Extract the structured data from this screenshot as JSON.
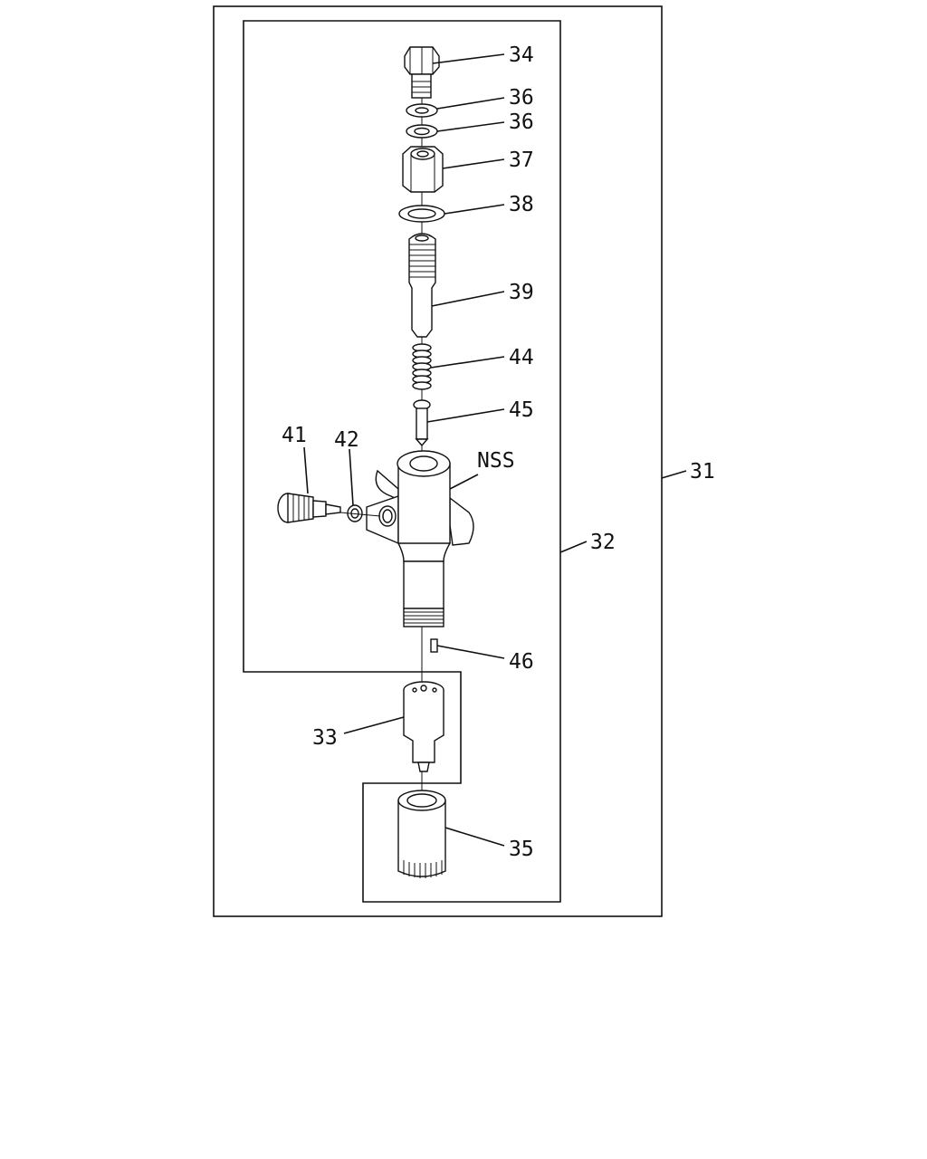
{
  "callouts": {
    "c31": "31",
    "c32": "32",
    "c33": "33",
    "c34": "34",
    "c35": "35",
    "c36a": "36",
    "c36b": "36",
    "c37": "37",
    "c38": "38",
    "c39": "39",
    "c41": "41",
    "c42": "42",
    "c44": "44",
    "c45": "45",
    "c46": "46",
    "nss": "NSS"
  }
}
